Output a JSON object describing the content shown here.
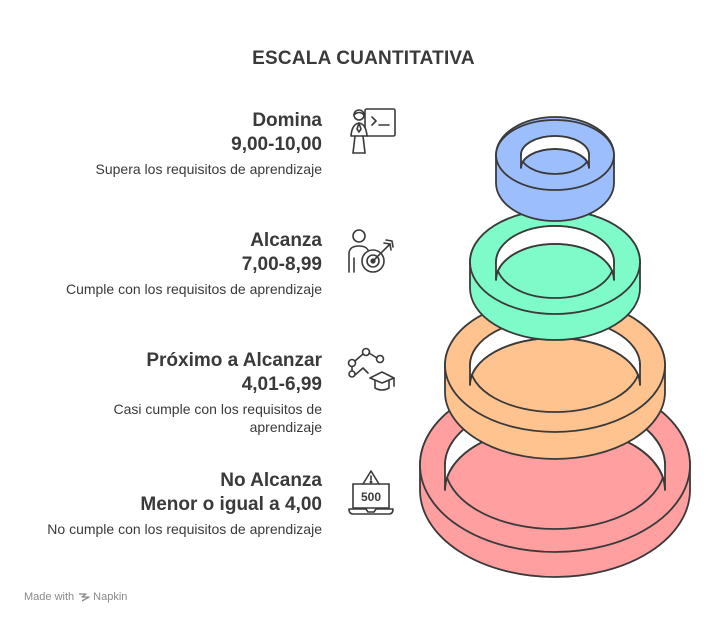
{
  "title": "ESCALA CUANTITATIVA",
  "levels": [
    {
      "name": "Domina",
      "range": "9,00-10,00",
      "description": "Supera los requisitos de aprendizaje",
      "icon": "teacher-presenting-icon",
      "color": "#9dbefc"
    },
    {
      "name": "Alcanza",
      "range": "7,00-8,99",
      "description": "Cumple con los requisitos de aprendizaje",
      "icon": "person-target-icon",
      "color": "#7ffac9"
    },
    {
      "name": "Próximo a Alcanzar",
      "range": "4,01-6,99",
      "description_line1": "Casi cumple con los requisitos de",
      "description_line2": "aprendizaje",
      "icon": "graduation-cap-network-icon",
      "color": "#ffc390"
    },
    {
      "name": "No Alcanza",
      "range": "Menor o igual a 4,00",
      "description": "No cumple con los requisitos de aprendizaje",
      "icon": "warning-score-500-icon",
      "icon_text": "500",
      "color": "#ff9f9f"
    }
  ],
  "footer": {
    "made_with": "Made with",
    "brand": "Napkin"
  }
}
